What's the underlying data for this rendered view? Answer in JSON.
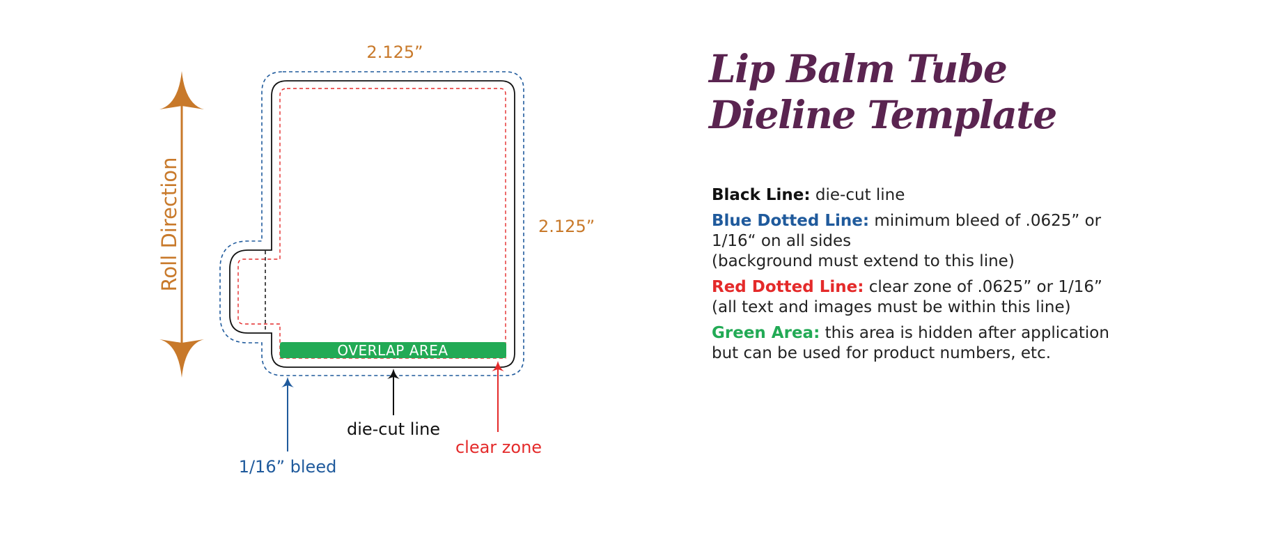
{
  "title": {
    "line1": "Lip Balm Tube",
    "line2": "Dieline Template"
  },
  "dimensions": {
    "width_label": "2.125”",
    "height_label": "2.125”"
  },
  "roll_direction_label": "Roll Direction",
  "overlap_label": "OVERLAP AREA",
  "callouts": {
    "bleed": "1/16” bleed",
    "diecut": "die-cut line",
    "clear": "clear zone"
  },
  "legend": [
    {
      "key": "Black Line:",
      "desc_lines": [
        "die-cut line"
      ],
      "color": "#111111"
    },
    {
      "key": "Blue Dotted Line:",
      "desc_lines": [
        "minimum bleed of .0625” or",
        "1/16“ on all sides",
        "(background must extend to this line)"
      ],
      "color": "#1f5a9c"
    },
    {
      "key": "Red Dotted Line:",
      "desc_lines": [
        "clear zone of .0625” or 1/16”",
        "(all text and images must be within this line)"
      ],
      "color": "#e42a2a"
    },
    {
      "key": "Green  Area:",
      "desc_lines": [
        "this area is hidden after application",
        "but can be used for product numbers, etc."
      ],
      "color": "#22aa55"
    }
  ],
  "colors": {
    "title": "#5a2450",
    "orange": "#c8792a",
    "blue": "#1f5a9c",
    "red": "#e42a2a",
    "green": "#22aa55",
    "black": "#111111"
  }
}
